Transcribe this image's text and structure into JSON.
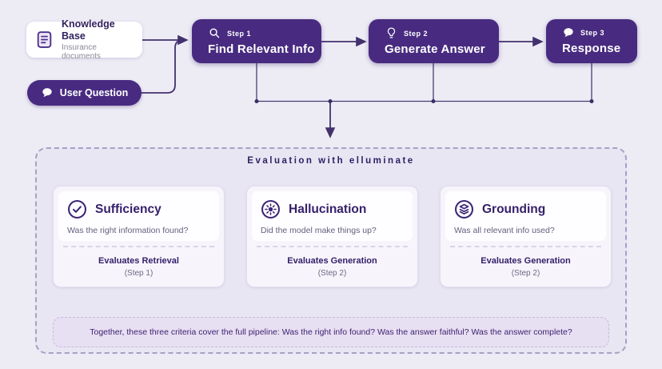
{
  "inputs": {
    "knowledge_base": {
      "title": "Knowledge Base",
      "subtitle": "Insurance documents",
      "icon": "document-icon"
    },
    "user_question": {
      "label": "User Question",
      "icon": "speech-bubble-icon"
    }
  },
  "pipeline": {
    "steps": [
      {
        "step_label": "Step 1",
        "title": "Find Relevant Info",
        "icon": "search-icon"
      },
      {
        "step_label": "Step 2",
        "title": "Generate Answer",
        "icon": "lightbulb-icon"
      },
      {
        "step_label": "Step 3",
        "title": "Response",
        "icon": "speech-bubble-icon"
      }
    ]
  },
  "evaluation": {
    "title": "Evaluation with elluminate",
    "cards": [
      {
        "title": "Sufficiency",
        "icon": "check-circle-icon",
        "question": "Was the right information found?",
        "evaluates": "Evaluates Retrieval",
        "step": "(Step 1)"
      },
      {
        "title": "Hallucination",
        "icon": "idea-rays-icon",
        "question": "Did the model make things up?",
        "evaluates": "Evaluates Generation",
        "step": "(Step 2)"
      },
      {
        "title": "Grounding",
        "icon": "layers-circle-icon",
        "question": "Was all relevant info used?",
        "evaluates": "Evaluates Generation",
        "step": "(Step 2)"
      }
    ],
    "summary": "Together, these three criteria cover the full pipeline: Was the right info found? Was the answer faithful? Was the answer complete?"
  },
  "colors": {
    "accent_purple": "#482b80",
    "page_background": "#edecf5",
    "panel_background": "#e9e6f3",
    "connector": "#43316e",
    "card_background": "#f7f5fb",
    "summary_background": "#e7dff2",
    "dark_text": "#35206b",
    "muted_text": "#655e7d"
  }
}
